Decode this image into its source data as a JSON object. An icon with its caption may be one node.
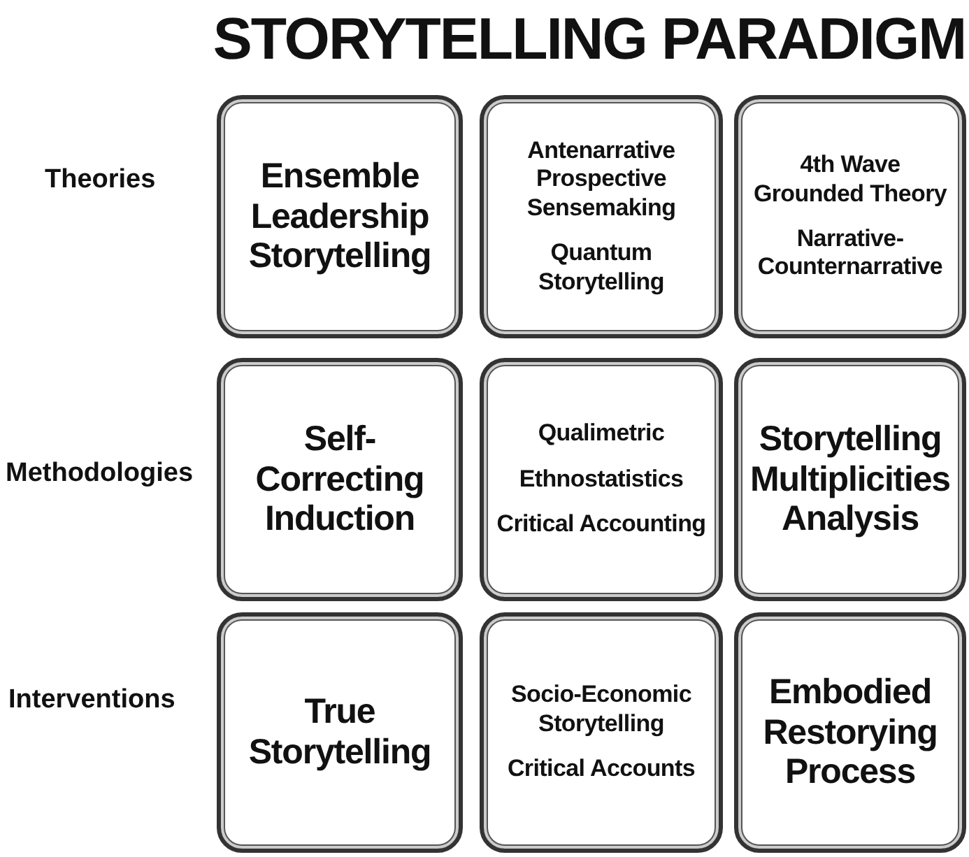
{
  "diagram": {
    "title": "STORYTELLING PARADIGM",
    "nodes": [
      {
        "text": [
          "Ensemble Leadership Storytelling"
        ]
      },
      {
        "text": [
          "Antenarrative Prospective Sensemaking",
          "Quantum Storytelling"
        ]
      },
      {
        "text": [
          "4th Wave Grounded Theory",
          "Narrative-Counternarrative"
        ]
      },
      {
        "text": [
          "Self-Correcting Induction"
        ]
      },
      {
        "text": [
          "Qualimetric",
          "Ethnostatistics",
          "Critical Accounting"
        ]
      },
      {
        "text": [
          "Storytelling Multiplicities Analysis"
        ]
      },
      {
        "text": [
          "True Storytelling"
        ]
      },
      {
        "text": [
          "Socio-Economic Storytelling",
          "Critical Accounts"
        ]
      },
      {
        "text": [
          "Embodied Restorying Process"
        ]
      }
    ],
    "labels": [
      "Theories",
      "Methodologies",
      "Interventions"
    ]
  }
}
